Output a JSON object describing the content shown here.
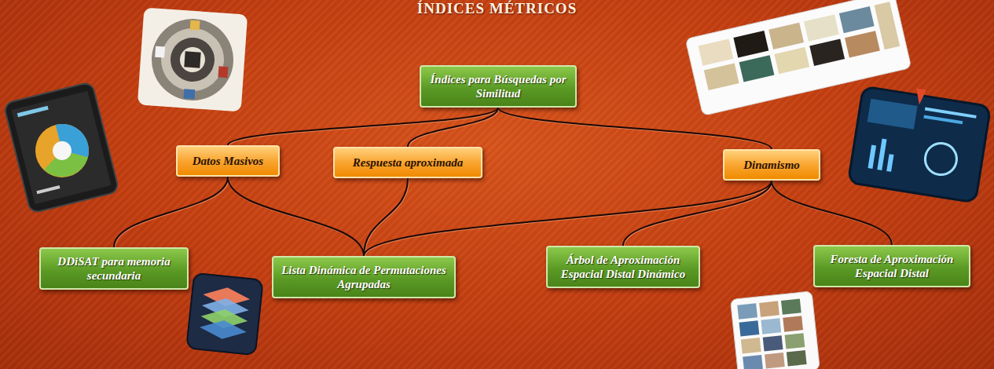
{
  "diagram": {
    "title": "ÍNDICES MÉTRICOS",
    "nodes": [
      {
        "text": [
          "Índices para Búsquedas por Similitud"
        ]
      },
      {
        "text": [
          "Datos Masivos"
        ]
      },
      {
        "text": [
          "Respuesta aproximada"
        ]
      },
      {
        "text": [
          "Dinamismo"
        ]
      },
      {
        "text": [
          "DDiSAT para memoria secundaria"
        ]
      },
      {
        "text": [
          "Lista Dinámica de Permutaciones Agrupadas"
        ]
      },
      {
        "text": [
          "Árbol de Aproximación Espacial Distal Dinámico"
        ]
      },
      {
        "text": [
          "Foresta de Aproximación Espacial Distal"
        ]
      }
    ],
    "edges": [
      {
        "from": 0,
        "to": 1,
        "arrow": "none"
      },
      {
        "from": 0,
        "to": 2,
        "arrow": "none"
      },
      {
        "from": 0,
        "to": 3,
        "arrow": "none"
      },
      {
        "from": 1,
        "to": 4,
        "arrow": "none"
      },
      {
        "from": 1,
        "to": 5,
        "arrow": "none"
      },
      {
        "from": 2,
        "to": 5,
        "arrow": "none"
      },
      {
        "from": 3,
        "to": 5,
        "arrow": "none"
      },
      {
        "from": 3,
        "to": 6,
        "arrow": "none"
      },
      {
        "from": 3,
        "to": 7,
        "arrow": "none"
      }
    ]
  }
}
